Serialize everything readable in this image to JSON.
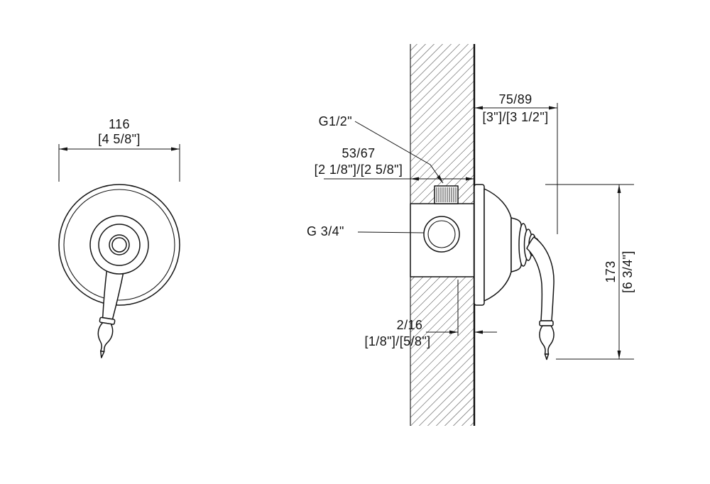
{
  "title": "valve-trim-dimension-drawing",
  "front_view": {
    "width": {
      "mm": "116",
      "inch": "[4 5/8\"]"
    }
  },
  "side_view": {
    "inlet_top": "G1/2\"",
    "inlet_side": "G 3/4\"",
    "recess_depth": {
      "mm": "53/67",
      "inch": "[2 1/8\"]/[2 5/8\"]"
    },
    "projection": {
      "mm": "75/89",
      "inch": "[3\"]/[3 1/2\"]"
    },
    "height": {
      "mm": "173",
      "inch": "[6 3/4\"]"
    },
    "wall_offset": {
      "mm": "2/16",
      "inch": "[1/8\"]/[5/8\"]"
    }
  }
}
